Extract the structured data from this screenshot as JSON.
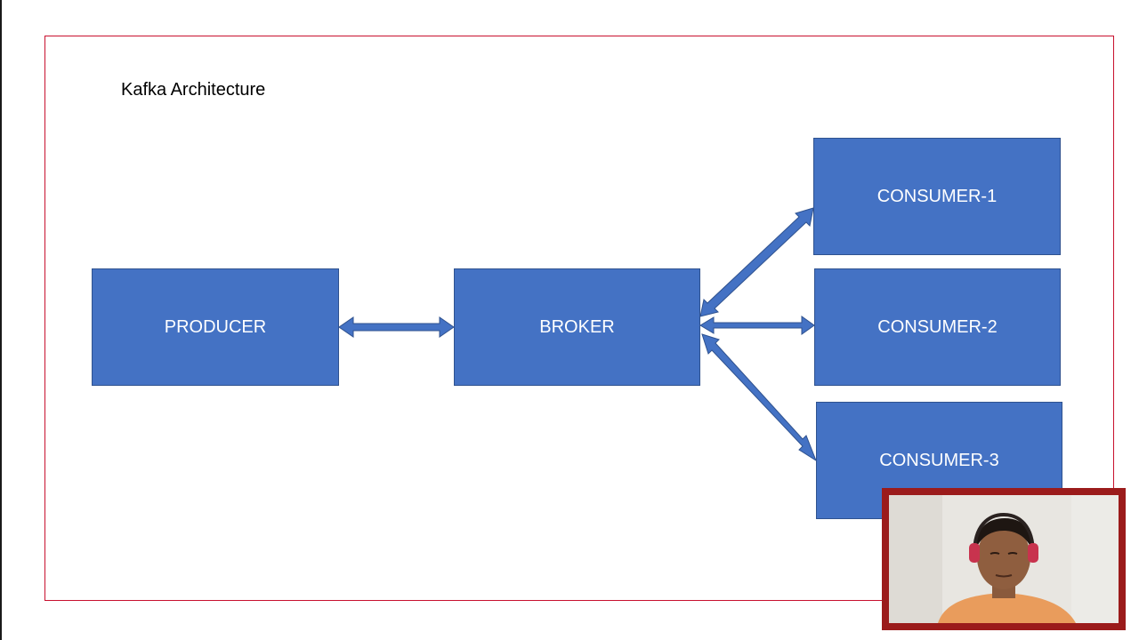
{
  "slide": {
    "title": "Kafka Architecture"
  },
  "diagram": {
    "nodes": {
      "producer": "PRODUCER",
      "broker": "BROKER",
      "consumer_1": "CONSUMER-1",
      "consumer_2": "CONSUMER-2",
      "consumer_3": "CONSUMER-3"
    },
    "edges": [
      {
        "from": "producer",
        "to": "broker",
        "direction": "bidirectional"
      },
      {
        "from": "broker",
        "to": "consumer_1",
        "direction": "bidirectional"
      },
      {
        "from": "broker",
        "to": "consumer_2",
        "direction": "bidirectional"
      },
      {
        "from": "broker",
        "to": "consumer_3",
        "direction": "bidirectional"
      }
    ],
    "colors": {
      "box_fill": "#4472c4",
      "box_border": "#2f528f",
      "arrow": "#4472c4",
      "frame": "#c8102e"
    }
  },
  "webcam": {
    "border_color": "#9b1b1b"
  }
}
